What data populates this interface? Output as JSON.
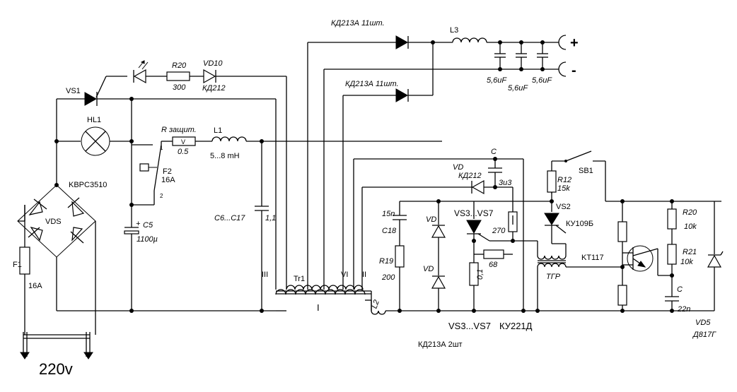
{
  "labels": {
    "vs1": "VS1",
    "r20_top": "R20",
    "r20_top_val": "300",
    "vd10": "VD10",
    "vd10_type": "КД212",
    "hl1": "HL1",
    "kbpc": "KBPC3510",
    "vds": "VDS",
    "f1": "F1",
    "f1_val": "16A",
    "mains": "220v",
    "r_prot": "R защит.",
    "r_prot_sym": "V",
    "r_prot_val": "0.5",
    "l1": "L1",
    "l1_val": "5...8 mH",
    "f2": "F2",
    "f2_val": "16A",
    "pin1": "1",
    "pin2": "2",
    "c5": "C5",
    "c5_plus": "+",
    "c5_val": "1100µ",
    "c6c17": "C6...C17",
    "c6c17_val": "1,1",
    "tr1": "Tr1",
    "w_III": "III",
    "w_I": "I",
    "w_VI": "VI",
    "w_II": "II",
    "l2": "L2",
    "kd213_top": "КД213А  11шт.",
    "kd213_mid": "КД213А  11шт.",
    "l3": "L3",
    "cap1": "5,6uF",
    "cap2": "5,6uF",
    "cap3": "5,6uF",
    "plus": "+",
    "minus": "-",
    "c_top": "C",
    "c_top_val": "3u3",
    "vd_top": "VD",
    "vd_top_type": "КД212",
    "c18_15n": "15n",
    "c18": "C18",
    "r19": "R19",
    "r19_val": "200",
    "vd_a": "VD",
    "vd_b": "VD",
    "vs3_vs7": "VS3...VS7",
    "r_270": "270",
    "r_68": "68",
    "r_01": "0,1",
    "vs2": "VS2",
    "ku109": "КУ109Б",
    "r12": "R12",
    "r12_val": "15k",
    "sb1": "SB1",
    "tgr": "ТГР",
    "kt117": "KT117",
    "r20_right": "R20",
    "r20_right_val": "10k",
    "r21": "R21",
    "r21_val": "10k",
    "c_right": "C",
    "c_right_val": "22n",
    "vd5": "VD5",
    "vd5_type": "Д817Г",
    "vs3_bottom": "VS3...VS7",
    "ku221": "КУ221Д",
    "kd213_bottom": "КД213А  2шт"
  }
}
